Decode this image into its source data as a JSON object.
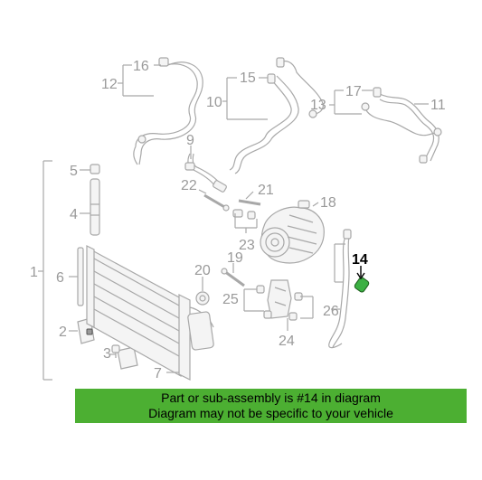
{
  "labels": {
    "p1": "1",
    "p2": "2",
    "p3": "3",
    "p4": "4",
    "p5": "5",
    "p6": "6",
    "p7": "7",
    "p9": "9",
    "p10": "10",
    "p11": "11",
    "p12": "12",
    "p13": "13",
    "p14": "14",
    "p15": "15",
    "p16": "16",
    "p17": "17",
    "p18": "18",
    "p19": "19",
    "p20": "20",
    "p21": "21",
    "p22": "22",
    "p23": "23",
    "p24": "24",
    "p25": "25",
    "p26": "26"
  },
  "highlight_part": "14",
  "colors": {
    "banner": "#4caf32",
    "highlight_part": "#3cb043",
    "line": "#a8a8a8"
  },
  "banner": {
    "line1": "Part or sub-assembly is #14 in diagram",
    "line2": "Diagram may not be specific to your vehicle"
  }
}
